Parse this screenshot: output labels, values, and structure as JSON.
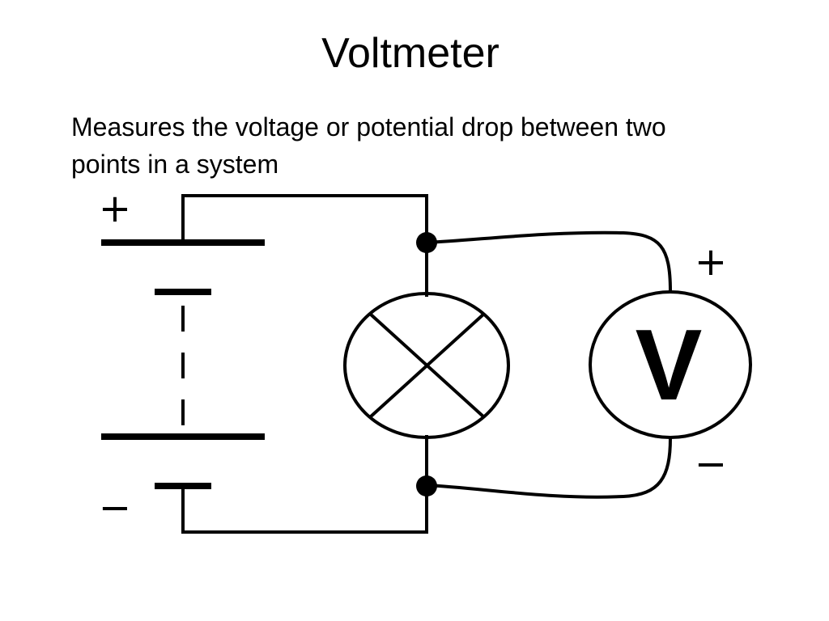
{
  "slide": {
    "title": "Voltmeter",
    "body": "Measures the voltage or potential drop between two points in a system"
  },
  "diagram": {
    "battery_positive_sign": "+",
    "battery_negative_sign": "−",
    "meter_symbol": "V",
    "meter_positive_sign": "+",
    "meter_negative_sign": "−"
  }
}
